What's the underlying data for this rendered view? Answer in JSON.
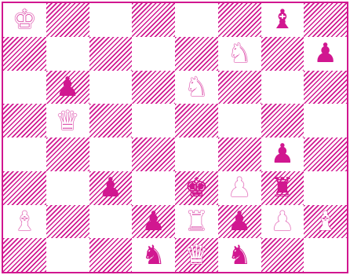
{
  "board": {
    "orientation": "white-bottom",
    "colors": {
      "ink": "#d11790",
      "paper": "#ffffff"
    },
    "ranks": [
      [
        "wK",
        "",
        "",
        "",
        "",
        "",
        "bB",
        ""
      ],
      [
        "",
        "",
        "",
        "",
        "",
        "wN",
        "",
        "bP"
      ],
      [
        "",
        "bP",
        "",
        "",
        "wN",
        "",
        "",
        ""
      ],
      [
        "",
        "wQ",
        "",
        "",
        "",
        "",
        "",
        ""
      ],
      [
        "",
        "",
        "",
        "",
        "",
        "",
        "bP",
        ""
      ],
      [
        "",
        "",
        "bP",
        "",
        "bK",
        "wP",
        "bR",
        ""
      ],
      [
        "wB",
        "",
        "",
        "bP",
        "wR",
        "bP",
        "wP",
        "wB"
      ],
      [
        "",
        "",
        "",
        "bN",
        "wQ",
        "bN",
        "",
        ""
      ]
    ]
  }
}
